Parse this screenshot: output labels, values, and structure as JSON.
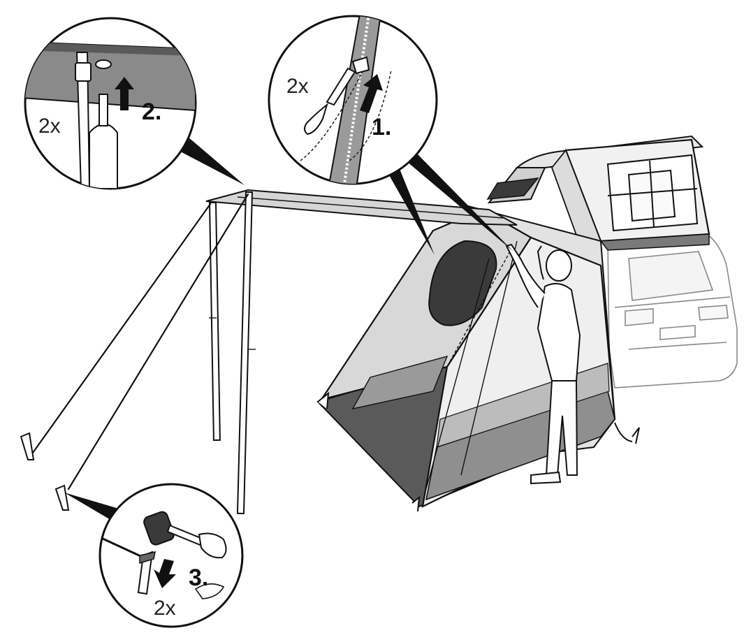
{
  "steps": [
    {
      "label": "1.",
      "count": "2x"
    },
    {
      "label": "2.",
      "count": "2x"
    },
    {
      "label": "3.",
      "count": "2x"
    }
  ]
}
